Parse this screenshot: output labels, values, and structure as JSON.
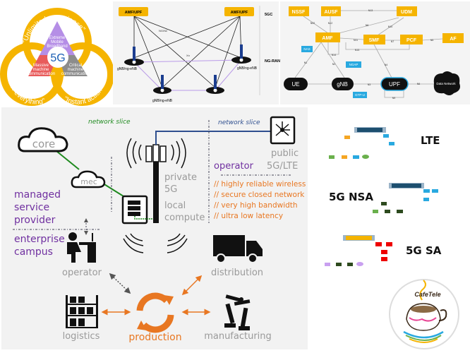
{
  "colors": {
    "yellow": "#f5b400",
    "purple": "#7030a0",
    "green": "#1e8a1e",
    "blue": "#2f4f8f",
    "orange": "#e87722",
    "gray": "#9a9a9a",
    "cyan": "#29a9e0"
  },
  "usecases": {
    "arc_top": "\"Unlimited experience\"",
    "arc_left": "\"For everything\"",
    "arc_right": "\"Instant action\"",
    "embb": [
      "Extreme",
      "Mobile",
      "Broadband"
    ],
    "mmtc": [
      "Massive",
      "machine",
      "communication"
    ],
    "urllc": [
      "Critical",
      "machine",
      "communication"
    ],
    "center": "5G"
  },
  "ngran": {
    "core_nodes": [
      "AMF/UPF",
      "AMF/UPF"
    ],
    "label_5gc": "5GC",
    "label_ngran": "NG-RAN",
    "nodes": [
      "gNB/ng-eNB",
      "gNB/ng-eNB",
      "gNB/ng-eNB"
    ],
    "ng_label": "NG/N2",
    "xn_label": "Xn"
  },
  "core_arch": {
    "functions": [
      "NSSF",
      "AUSF",
      "UDM",
      "AMF",
      "SMF",
      "PCF",
      "AF"
    ],
    "endpoints": [
      "UE",
      "gNB",
      "UPF",
      "Data Network"
    ],
    "interfaces": [
      "N13",
      "N22",
      "N12",
      "N8",
      "N10",
      "N11",
      "N7",
      "N5",
      "N15",
      "N14",
      "N1",
      "N2",
      "N3",
      "N4",
      "N6",
      "N9"
    ],
    "protocols": [
      "NAS",
      "NGAP",
      "GTP-U"
    ]
  },
  "private5g": {
    "slice_green": "network slice",
    "slice_blue": "network slice",
    "core": "core",
    "mec": "mec",
    "msp": [
      "managed",
      "service",
      "provider"
    ],
    "enterprise": [
      "enterprise",
      "campus"
    ],
    "private": [
      "private",
      "5G"
    ],
    "local": [
      "local",
      "compute"
    ],
    "public": [
      "public",
      "5G/LTE"
    ],
    "operator_label": "operator",
    "benefits": [
      "// highly reliable wireless",
      "// secure closed network",
      "// very high bandwidth",
      "// ultra low latency"
    ],
    "operator": "operator",
    "distribution": "distribution",
    "logistics": "logistics",
    "production": "production",
    "manufacturing": "manufacturing"
  },
  "deployments": [
    "LTE",
    "5G NSA",
    "5G SA"
  ],
  "logo": {
    "text": "CafeTele"
  }
}
